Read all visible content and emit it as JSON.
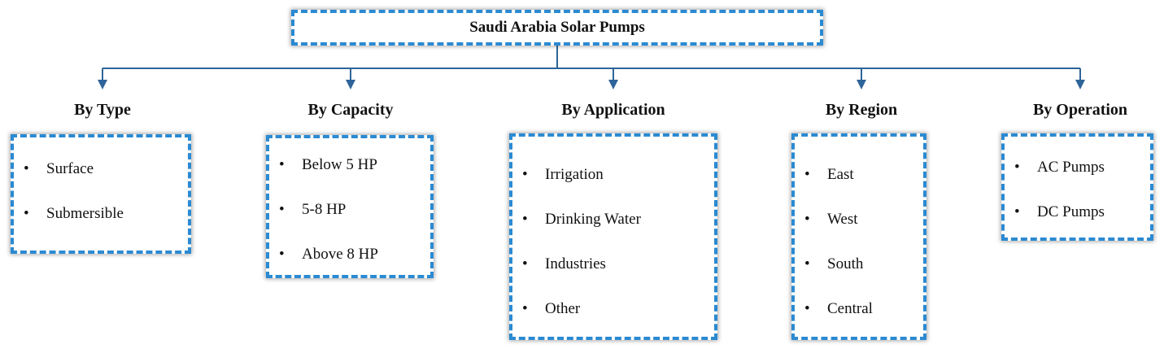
{
  "root": {
    "title": "Saudi Arabia Solar Pumps"
  },
  "colors": {
    "dash_border": "#2b8ad2",
    "connector": "#2e6499"
  },
  "categories": [
    {
      "heading": "By Type",
      "items": [
        "Surface",
        "Submersible"
      ]
    },
    {
      "heading": "By Capacity",
      "items": [
        "Below 5 HP",
        "5-8 HP",
        "Above 8 HP"
      ]
    },
    {
      "heading": "By Application",
      "items": [
        "Irrigation",
        "Drinking Water",
        "Industries",
        "Other"
      ]
    },
    {
      "heading": "By Region",
      "items": [
        "East",
        "West",
        "South",
        "Central"
      ]
    },
    {
      "heading": "By Operation",
      "items": [
        "AC Pumps",
        "DC Pumps"
      ]
    }
  ],
  "bullet_glyph": "•"
}
